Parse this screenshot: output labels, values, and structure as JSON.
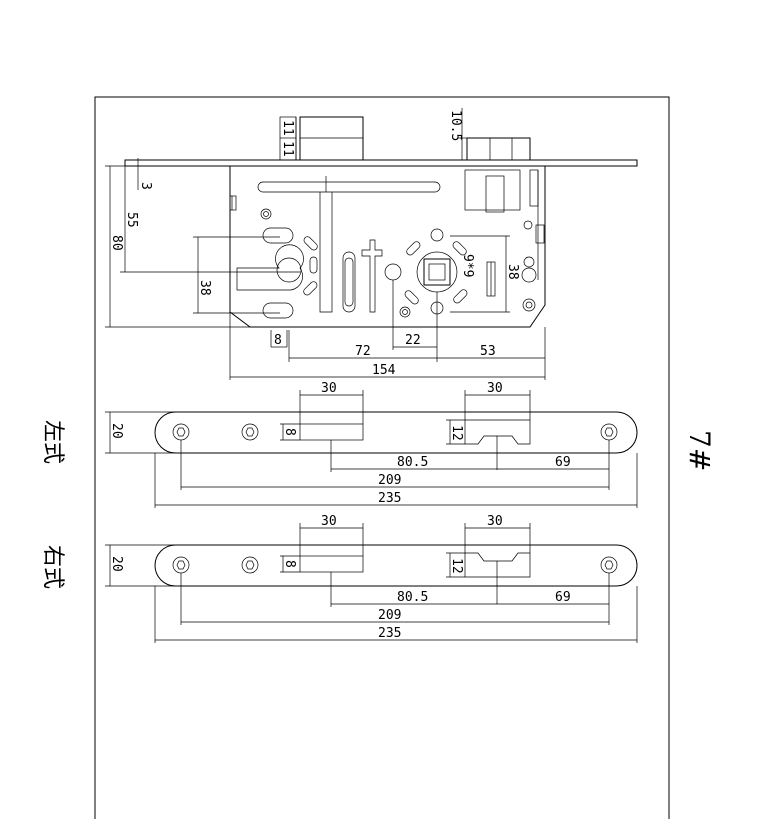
{
  "labels": {
    "left_type": "左式",
    "right_type": "右式",
    "model": "7#"
  },
  "lock_body": {
    "dims": {
      "faceplate_offset": "3",
      "backset": "55",
      "height": "80",
      "cylinder_spacing": "38",
      "hole_diameter": "8",
      "center_offset": "72",
      "spindle_offset": "22",
      "right_offset": "53",
      "total_length": "154",
      "latch_height": "10.5",
      "bolt_stack": "11",
      "spindle_size": "9*9",
      "handle_spacing": "38"
    }
  },
  "strike_left": {
    "dims": {
      "width": "20",
      "deadbolt_opening": "30",
      "latch_opening": "30",
      "deadbolt_height": "8",
      "latch_height": "12",
      "center_to_center": "80.5",
      "latch_to_screw": "69",
      "screw_spacing": "209",
      "total_length": "235"
    }
  },
  "strike_right": {
    "dims": {
      "width": "20",
      "deadbolt_opening": "30",
      "latch_opening": "30",
      "deadbolt_height": "8",
      "latch_height": "12",
      "center_to_center": "80.5",
      "latch_to_screw": "69",
      "screw_spacing": "209",
      "total_length": "235"
    }
  }
}
